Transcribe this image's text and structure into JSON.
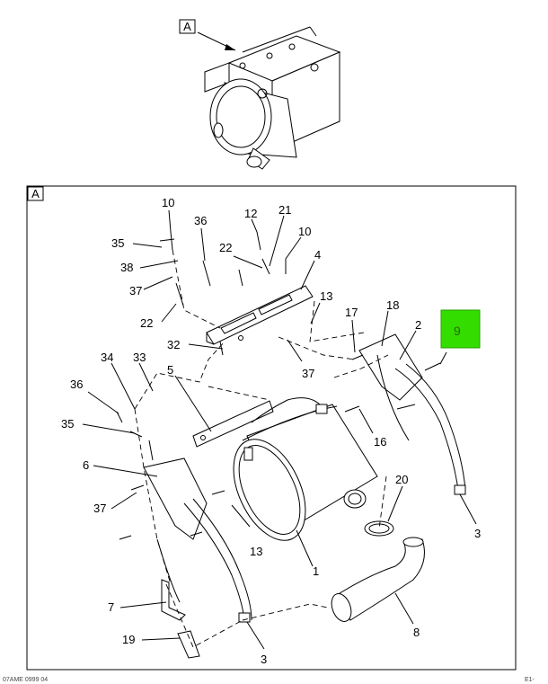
{
  "view_label": "A",
  "detail_label": "A",
  "highlight_color": "#33dd00",
  "callouts": [
    {
      "id": "c10a",
      "text": "10"
    },
    {
      "id": "c36a",
      "text": "36"
    },
    {
      "id": "c12",
      "text": "12"
    },
    {
      "id": "c21",
      "text": "21"
    },
    {
      "id": "c10b",
      "text": "10"
    },
    {
      "id": "c35a",
      "text": "35"
    },
    {
      "id": "c22a",
      "text": "22"
    },
    {
      "id": "c4",
      "text": "4"
    },
    {
      "id": "c38",
      "text": "38"
    },
    {
      "id": "c37a",
      "text": "37"
    },
    {
      "id": "c13a",
      "text": "13"
    },
    {
      "id": "c17",
      "text": "17"
    },
    {
      "id": "c18",
      "text": "18"
    },
    {
      "id": "c22b",
      "text": "22"
    },
    {
      "id": "c2",
      "text": "2"
    },
    {
      "id": "c32",
      "text": "32"
    },
    {
      "id": "c34",
      "text": "34"
    },
    {
      "id": "c33",
      "text": "33"
    },
    {
      "id": "c5",
      "text": "5"
    },
    {
      "id": "c37b",
      "text": "37"
    },
    {
      "id": "c36b",
      "text": "36"
    },
    {
      "id": "c16",
      "text": "16"
    },
    {
      "id": "c35b",
      "text": "35"
    },
    {
      "id": "c6",
      "text": "6"
    },
    {
      "id": "c20",
      "text": "20"
    },
    {
      "id": "c37c",
      "text": "37"
    },
    {
      "id": "c3a",
      "text": "3"
    },
    {
      "id": "c13b",
      "text": "13"
    },
    {
      "id": "c1",
      "text": "1"
    },
    {
      "id": "c7",
      "text": "7"
    },
    {
      "id": "c8",
      "text": "8"
    },
    {
      "id": "c19",
      "text": "19"
    },
    {
      "id": "c3b",
      "text": "3"
    }
  ],
  "highlighted_callout": "9",
  "footer": {
    "left": "07AME 0999 04",
    "right": "E1-"
  }
}
